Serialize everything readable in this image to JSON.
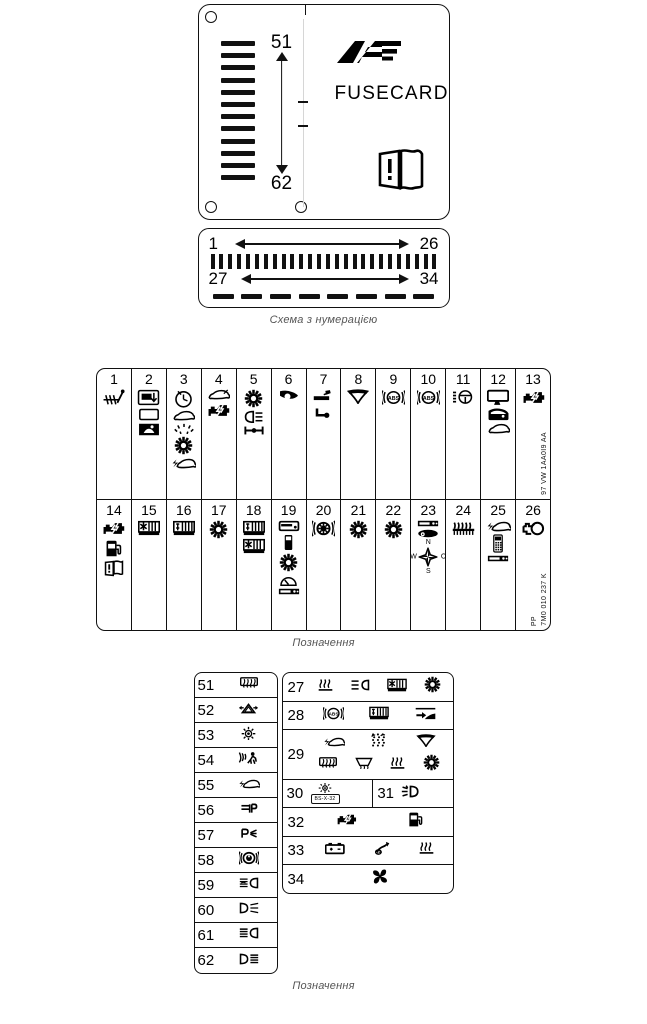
{
  "figure1": {
    "name": "fusecard-diagram",
    "brand_logo": "af-logo",
    "brand_text": "FUSECARD",
    "manual_icon": "manual-book-warning-icon",
    "fuse_range_top": "51",
    "fuse_range_bottom": "62",
    "tick_count": 12,
    "strip": {
      "range1_start": "1",
      "range1_end": "26",
      "range2_start": "27",
      "range2_end": "34",
      "big_tick_count": 26,
      "small_tick_count": 8
    },
    "caption": "Схема з нумерацією"
  },
  "figure2": {
    "name": "symbol-legend-grid",
    "caption": "Позначення",
    "row1": [
      {
        "num": "1",
        "symbols": [
          "glow-plug-icon"
        ]
      },
      {
        "num": "2",
        "symbols": [
          "sunroof-icon",
          "rear-window-icon",
          "mirror-adjust-icon"
        ]
      },
      {
        "num": "3",
        "symbols": [
          "clock-icon",
          "car-rear-icon",
          "sun-rays-icon",
          "gear-sun-icon",
          "car-bolt-icon"
        ]
      },
      {
        "num": "4",
        "symbols": [
          "car-antenna-icon",
          "engine-check-icon"
        ]
      },
      {
        "num": "5",
        "symbols": [
          "gear-sun-icon",
          "headlight-icon",
          "axle-icon"
        ]
      },
      {
        "num": "6",
        "symbols": [
          "horn-icon"
        ]
      },
      {
        "num": "7",
        "symbols": [
          "cigarette-lighter-icon",
          "socket-icon"
        ]
      },
      {
        "num": "8",
        "symbols": [
          "wiper-icon"
        ]
      },
      {
        "num": "9",
        "symbols": [
          "abs-icon"
        ]
      },
      {
        "num": "10",
        "symbols": [
          "abs-icon"
        ]
      },
      {
        "num": "11",
        "symbols": [
          "steering-wheel-icon"
        ]
      },
      {
        "num": "12",
        "symbols": [
          "rear-screen-icon",
          "door-icon",
          "car-rear-icon"
        ]
      },
      {
        "num": "13",
        "symbols": [
          "engine-check-icon"
        ],
        "vtext": "97 VW 1AA0I9 AA"
      }
    ],
    "row2": [
      {
        "num": "14",
        "symbols": [
          "engine-check-icon",
          "fuel-pump-icon",
          "manual-book-warning-icon"
        ]
      },
      {
        "num": "15",
        "symbols": [
          "ac-radiator-icon"
        ]
      },
      {
        "num": "16",
        "symbols": [
          "heater-radiator-icon"
        ]
      },
      {
        "num": "17",
        "symbols": [
          "gear-sun-icon"
        ]
      },
      {
        "num": "18",
        "symbols": [
          "heater-radiator-icon",
          "ac-radiator-icon"
        ]
      },
      {
        "num": "19",
        "symbols": [
          "control-unit-icon",
          "phone-icon",
          "gear-sun-icon",
          "gauge-icon",
          "radio-icon"
        ]
      },
      {
        "num": "20",
        "symbols": [
          "airbag-icon"
        ]
      },
      {
        "num": "21",
        "symbols": [
          "gear-sun-icon"
        ]
      },
      {
        "num": "22",
        "symbols": [
          "gear-sun-icon"
        ]
      },
      {
        "num": "23",
        "symbols": [
          "radio-icon",
          "cd-changer-icon",
          "compass-icon"
        ],
        "compass": {
          "n": "N",
          "w": "W",
          "o": "O",
          "s": "S"
        }
      },
      {
        "num": "24",
        "symbols": [
          "seat-heating-icon"
        ]
      },
      {
        "num": "25",
        "symbols": [
          "car-bolt-icon",
          "mobile-phone-icon",
          "radio-icon"
        ]
      },
      {
        "num": "26",
        "symbols": [
          "engine-circle-icon"
        ],
        "vtext": "7M0 010 237 K",
        "vtext2": "PP"
      }
    ]
  },
  "figure3": {
    "name": "fuse-legend-table",
    "caption": "Позначення",
    "left_column": [
      {
        "num": "51",
        "symbols": [
          "rear-window-heating-icon"
        ]
      },
      {
        "num": "52",
        "symbols": [
          "hazard-warning-icon"
        ]
      },
      {
        "num": "53",
        "symbols": [
          "interior-light-icon"
        ]
      },
      {
        "num": "54",
        "symbols": [
          "pedestrian-alarm-icon"
        ]
      },
      {
        "num": "55",
        "symbols": [
          "car-bolt-icon"
        ]
      },
      {
        "num": "56",
        "symbols": [
          "parking-light-icon"
        ]
      },
      {
        "num": "57",
        "symbols": [
          "parking-lamp-icon"
        ]
      },
      {
        "num": "58",
        "symbols": [
          "instrument-cluster-icon"
        ]
      },
      {
        "num": "59",
        "symbols": [
          "fog-light-icon"
        ]
      },
      {
        "num": "60",
        "symbols": [
          "headlight-right-icon"
        ]
      },
      {
        "num": "61",
        "symbols": [
          "high-beam-icon"
        ]
      },
      {
        "num": "62",
        "symbols": [
          "low-beam-icon"
        ]
      }
    ],
    "right_column": [
      {
        "num": "27",
        "lines": [
          [
            "seat-heating-wave-icon",
            "headlight-beam-icon",
            "ac-radiator-icon",
            "gear-sun-icon"
          ]
        ]
      },
      {
        "num": "28",
        "lines": [
          [
            "abs-icon",
            "heater-radiator-icon",
            "level-adjust-icon"
          ]
        ]
      },
      {
        "num": "29",
        "lines": [
          [
            "car-bolt-icon",
            "water-spray-icon",
            "wiper-icon"
          ],
          [
            "rear-window-heating-icon",
            "windscreen-heating-icon",
            "seat-heating-wave-icon",
            "gear-sun-icon"
          ]
        ]
      },
      {
        "num": "30",
        "symbols": [
          "licence-plate-light-icon"
        ],
        "plate_text": "BS-X-32",
        "num2": "31",
        "symbols2": [
          "side-light-icon"
        ]
      },
      {
        "num": "32",
        "lines": [
          [
            "engine-check-icon",
            "fuel-pump-icon"
          ]
        ]
      },
      {
        "num": "33",
        "lines": [
          [
            "battery-icon",
            "plug-icon",
            "seat-heating-wave-icon"
          ]
        ]
      },
      {
        "num": "34",
        "lines": [
          [
            "fan-icon"
          ]
        ]
      }
    ]
  }
}
